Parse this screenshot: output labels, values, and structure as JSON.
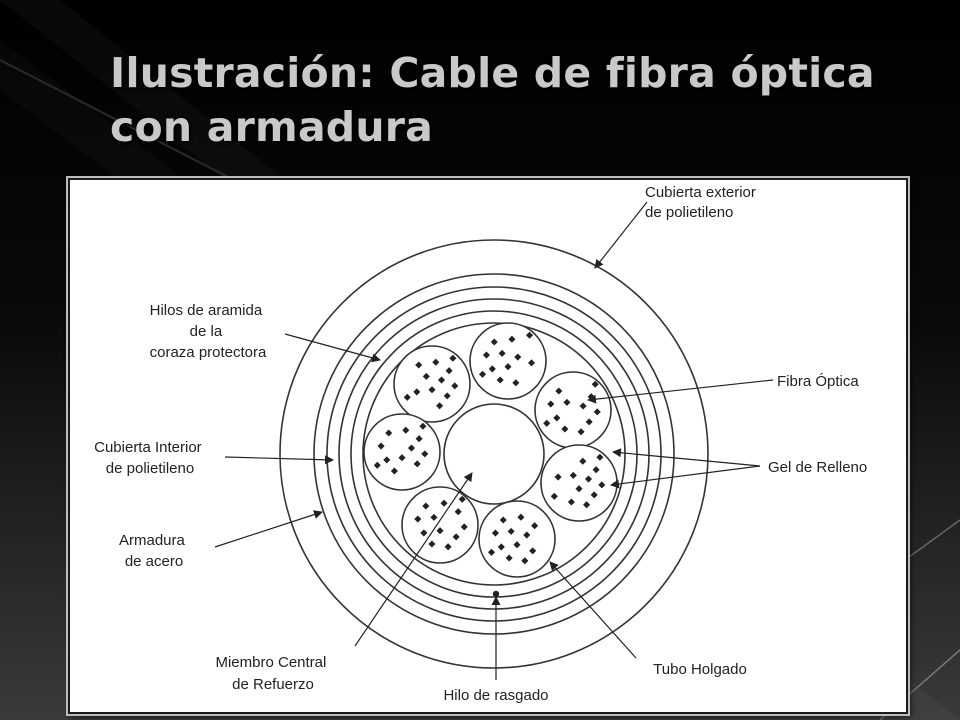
{
  "slide": {
    "title": "Ilustración: Cable de fibra óptica con armadura"
  },
  "diagram": {
    "labels": {
      "outer_jacket": [
        "Cubierta exterior",
        "de polietileno"
      ],
      "aramid_yarn": [
        "Hilos de aramida",
        "de la",
        "coraza protectora"
      ],
      "inner_jacket": [
        "Cubierta Interior",
        "de polietileno"
      ],
      "steel_armor": [
        "Armadura",
        "de acero"
      ],
      "central_member": [
        "Miembro Central",
        "de Refuerzo"
      ],
      "ripcord": [
        "Hilo de rasgado"
      ],
      "loose_tube": [
        "Tubo Holgado"
      ],
      "filling_gel": [
        "Gel de Relleno"
      ],
      "optical_fiber": [
        "Fibra Óptica"
      ]
    }
  }
}
